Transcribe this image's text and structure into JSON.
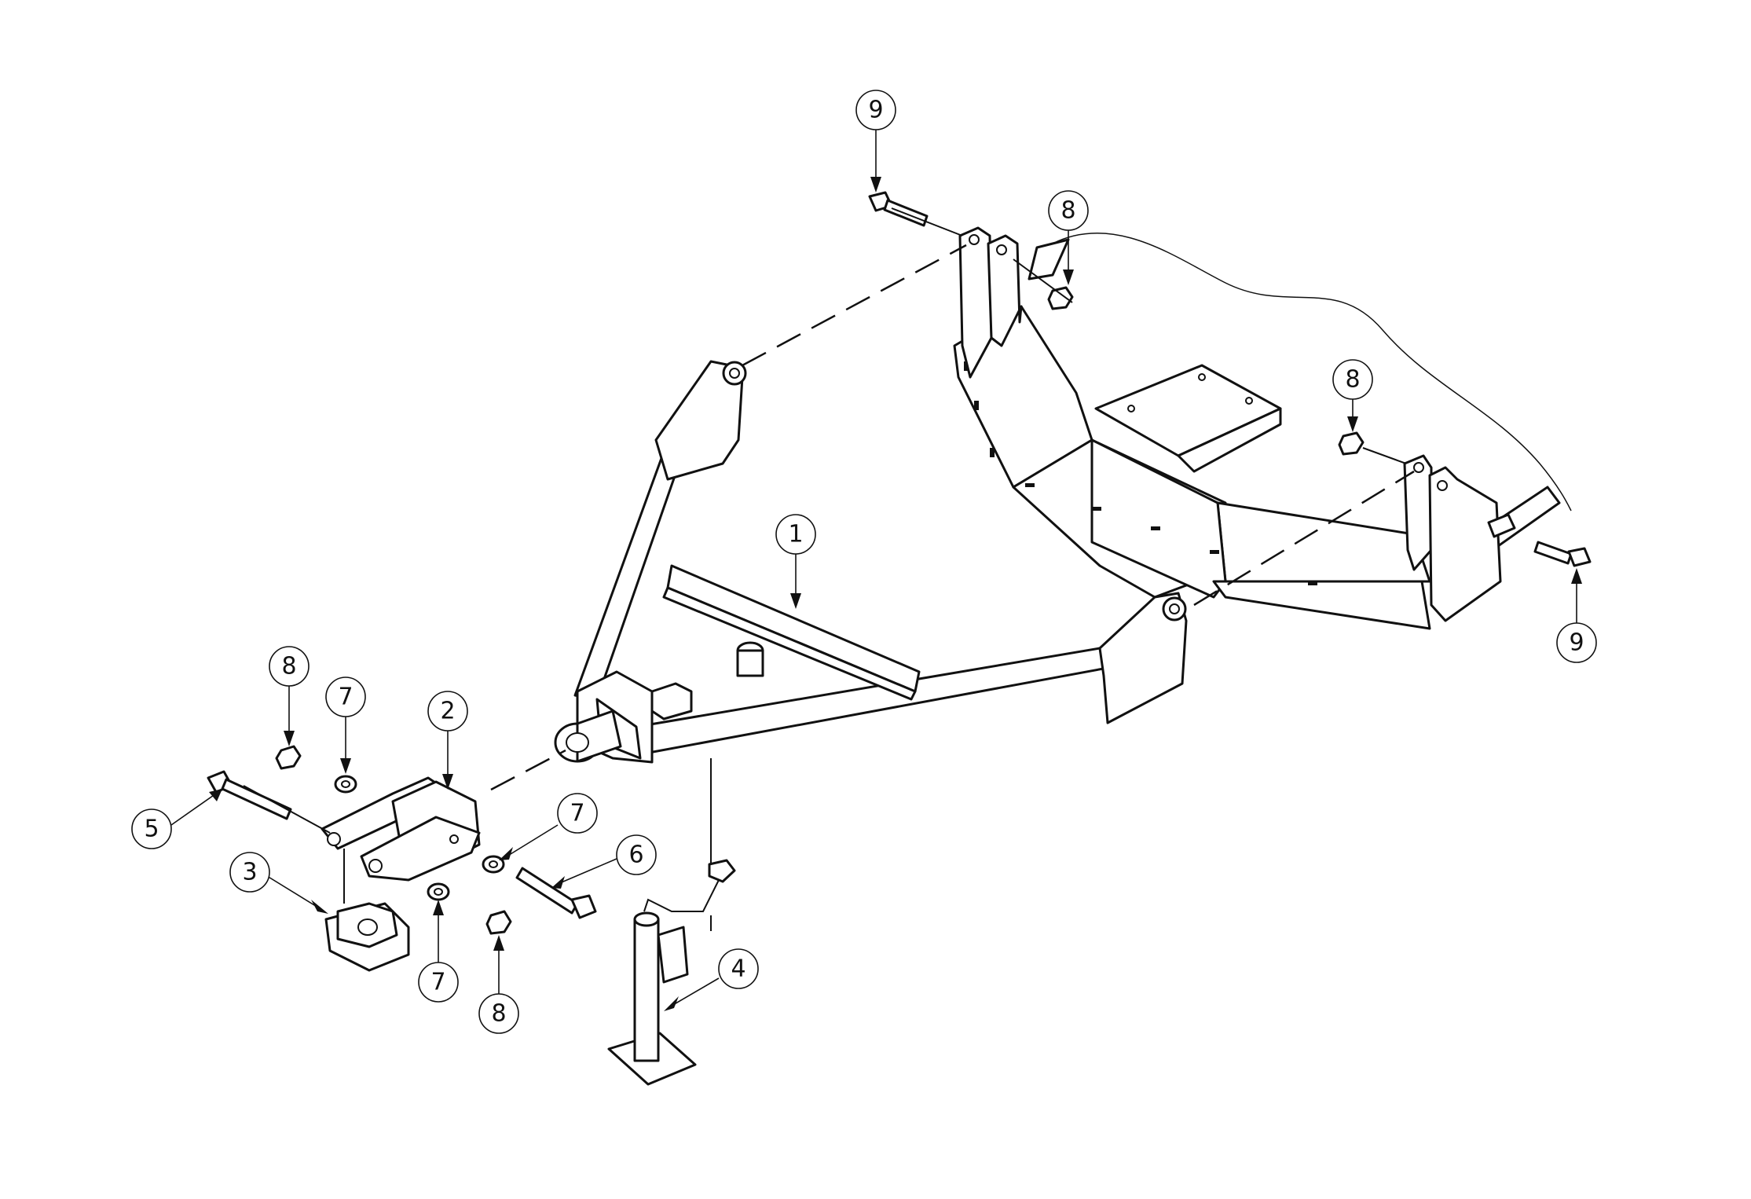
{
  "diagram": {
    "callouts": [
      {
        "id": "c1",
        "label": "1"
      },
      {
        "id": "c2",
        "label": "2"
      },
      {
        "id": "c3",
        "label": "3"
      },
      {
        "id": "c4",
        "label": "4"
      },
      {
        "id": "c5",
        "label": "5"
      },
      {
        "id": "c6",
        "label": "6"
      },
      {
        "id": "c7a",
        "label": "7"
      },
      {
        "id": "c7b",
        "label": "7"
      },
      {
        "id": "c7c",
        "label": "7"
      },
      {
        "id": "c8a",
        "label": "8"
      },
      {
        "id": "c8b",
        "label": "8"
      },
      {
        "id": "c8c",
        "label": "8"
      },
      {
        "id": "c8d",
        "label": "8"
      },
      {
        "id": "c9a",
        "label": "9"
      },
      {
        "id": "c9b",
        "label": "9"
      }
    ]
  }
}
